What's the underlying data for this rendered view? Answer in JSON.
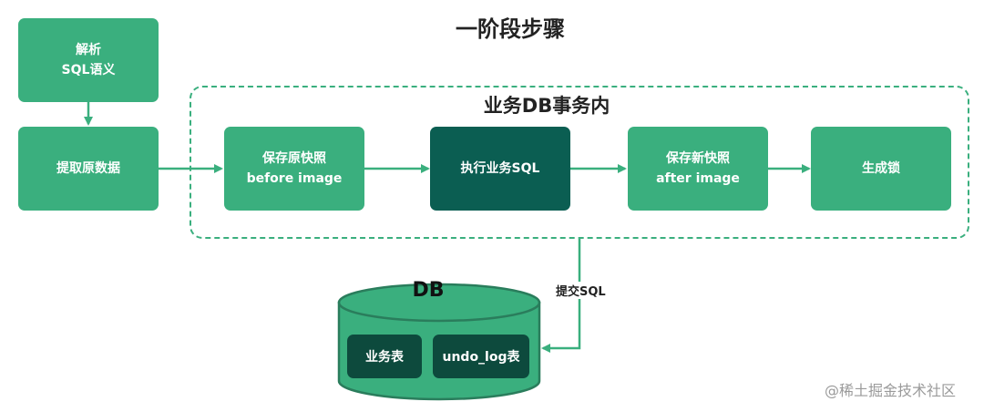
{
  "title": "一阶段步骤",
  "transaction_label": "业务DB事务内",
  "nodes": {
    "parse": {
      "line1": "解析",
      "line2": "SQL语义"
    },
    "fetch": {
      "line1": "提取原数据"
    },
    "save_before": {
      "line1": "保存原快照",
      "line2": "before image"
    },
    "execute": {
      "line1": "执行业务SQL"
    },
    "save_after": {
      "line1": "保存新快照",
      "line2": "after image"
    },
    "lock": {
      "line1": "生成锁"
    }
  },
  "edge_label": "提交SQL",
  "database": {
    "label": "DB",
    "tables": [
      "业务表",
      "undo_log表"
    ]
  },
  "watermark": "@稀土掘金技术社区",
  "colors": {
    "green": "#3aaf7e",
    "dark_green": "#0b5e52",
    "table_green": "#0d4a3d"
  }
}
